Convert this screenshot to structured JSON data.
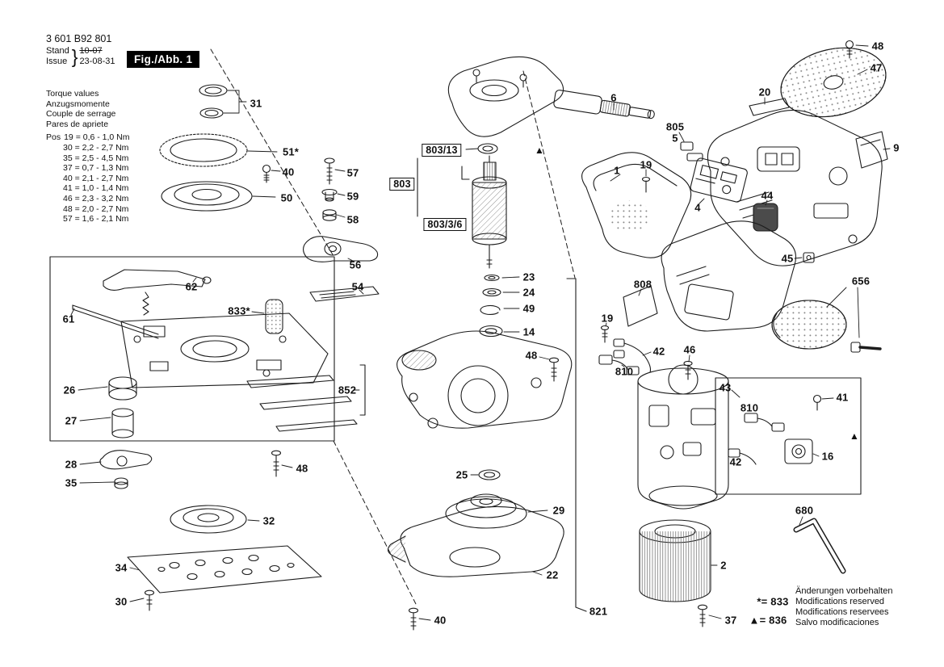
{
  "header": {
    "part_number": "3 601 B92 801",
    "stand_label": "Stand",
    "issue_label": "Issue",
    "brace": "}",
    "old_date": "10-07",
    "new_date": "23-08-31",
    "fig_label": "Fig./Abb. 1"
  },
  "torque": {
    "titles": [
      "Torque values",
      "Anzugsmomente",
      "Couple de serrage",
      "Pares de apriete"
    ],
    "pos_label": "Pos",
    "rows": [
      "19 = 0,6 - 1,0 Nm",
      "30 = 2,2 - 2,7 Nm",
      "35 = 2,5 - 4,5 Nm",
      "37 = 0,7 - 1,3 Nm",
      "40 = 2,1 - 2,7 Nm",
      "41 = 1,0 - 1,4 Nm",
      "46 = 2,3 - 3,2 Nm",
      "48 = 2,0 - 2,7 Nm",
      "57 = 1,6 - 2,1 Nm"
    ]
  },
  "callouts": [
    {
      "label": "31"
    },
    {
      "label": "51*"
    },
    {
      "label": "40"
    },
    {
      "label": "57"
    },
    {
      "label": "50"
    },
    {
      "label": "59"
    },
    {
      "label": "58"
    },
    {
      "label": "56"
    },
    {
      "label": "54"
    },
    {
      "label": "62"
    },
    {
      "label": "833*"
    },
    {
      "label": "61"
    },
    {
      "label": "26"
    },
    {
      "label": "852"
    },
    {
      "label": "27"
    },
    {
      "label": "28"
    },
    {
      "label": "35"
    },
    {
      "label": "48"
    },
    {
      "label": "32"
    },
    {
      "label": "34"
    },
    {
      "label": "30"
    },
    {
      "label": "803/13"
    },
    {
      "label": "803"
    },
    {
      "label": "803/3/6"
    },
    {
      "label": "23"
    },
    {
      "label": "24"
    },
    {
      "label": "49"
    },
    {
      "label": "14"
    },
    {
      "label": "48"
    },
    {
      "label": "25"
    },
    {
      "label": "29"
    },
    {
      "label": "22"
    },
    {
      "label": "821"
    },
    {
      "label": "40"
    },
    {
      "label": "48"
    },
    {
      "label": "47"
    },
    {
      "label": "6"
    },
    {
      "label": "20"
    },
    {
      "label": "805"
    },
    {
      "label": "5"
    },
    {
      "label": "9"
    },
    {
      "label": "1"
    },
    {
      "label": "19"
    },
    {
      "label": "4"
    },
    {
      "label": "44"
    },
    {
      "label": "45"
    },
    {
      "label": "656"
    },
    {
      "label": "808"
    },
    {
      "label": "19"
    },
    {
      "label": "42"
    },
    {
      "label": "46"
    },
    {
      "label": "810"
    },
    {
      "label": "43"
    },
    {
      "label": "810"
    },
    {
      "label": "41"
    },
    {
      "label": "42"
    },
    {
      "label": "16"
    },
    {
      "label": "2"
    },
    {
      "label": "680"
    },
    {
      "label": "37"
    }
  ],
  "markers": {
    "triangle": "▲"
  },
  "legend": {
    "star": "*= 833",
    "triangle": "▲= 836"
  },
  "notes": [
    "Änderungen vorbehalten",
    "Modifications reserved",
    "Modifications reservees",
    "Salvo modificaciones"
  ]
}
